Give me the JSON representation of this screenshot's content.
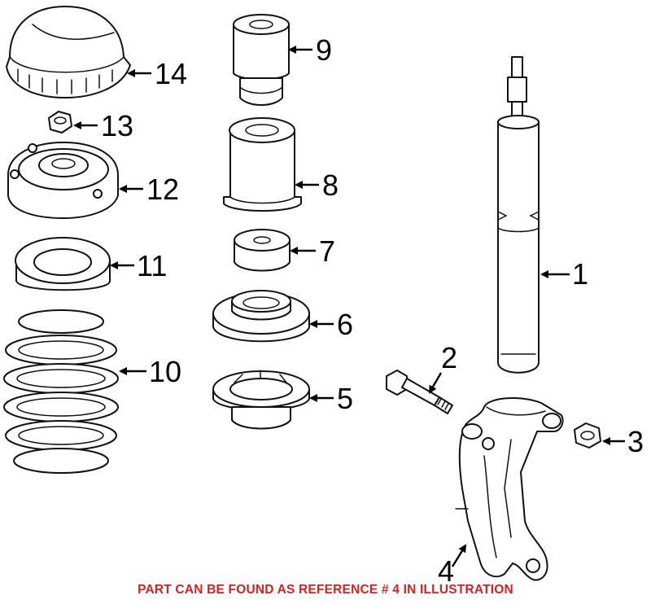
{
  "callouts": {
    "c1": "1",
    "c2": "2",
    "c3": "3",
    "c4": "4",
    "c5": "5",
    "c6": "6",
    "c7": "7",
    "c8": "8",
    "c9": "9",
    "c10": "10",
    "c11": "11",
    "c12": "12",
    "c13": "13",
    "c14": "14"
  },
  "footer_note": "PART CAN BE FOUND AS REFERENCE # 4 IN ILLUSTRATION",
  "colors": {
    "note": "#d42020",
    "line": "#111111",
    "background": "#ffffff"
  }
}
